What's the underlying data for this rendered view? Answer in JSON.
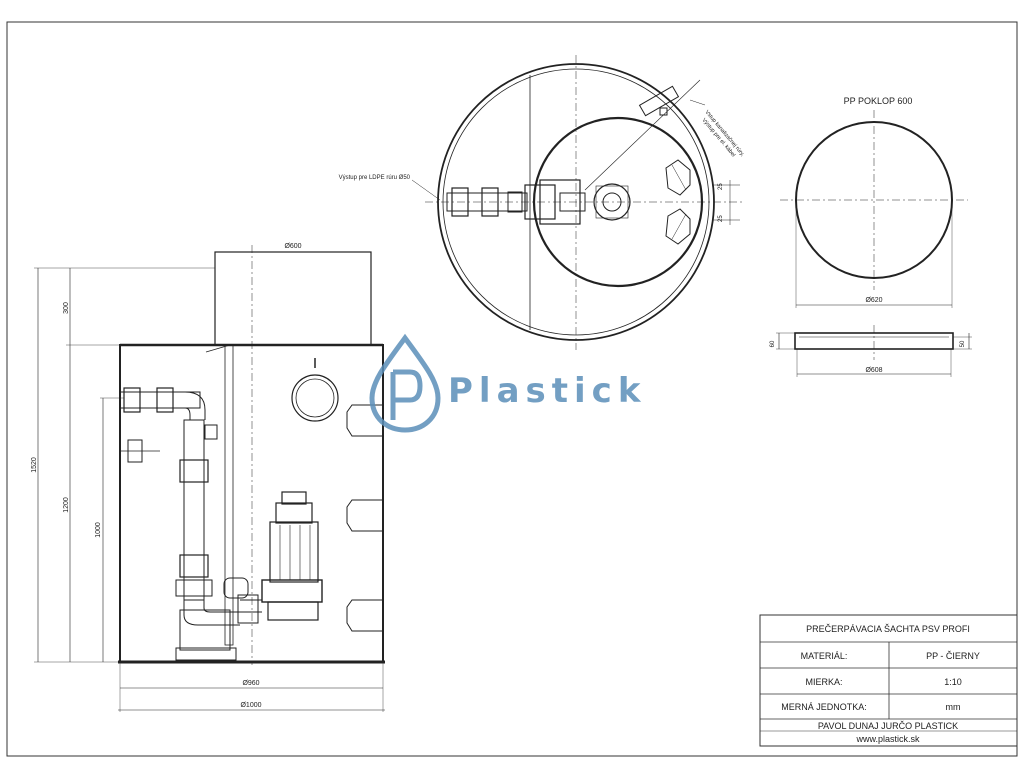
{
  "drawing": {
    "frame_color": "#333333",
    "line_color": "#222222",
    "accent": "#5b8fb9"
  },
  "side_view": {
    "dim_top": "Ø600",
    "dim_left_300": "300",
    "dim_left_1520": "1520",
    "dim_left_1200": "1200",
    "dim_left_1000": "1000",
    "dim_bottom_960": "Ø960",
    "dim_bottom_1000": "Ø1000"
  },
  "plan_view": {
    "outlet_label": "Výstup pre LDPE rúru Ø50",
    "inlet_label": "Vstup kanalizačnej rúry,",
    "inlet_label_2": "Výstup pre el. kábel",
    "dim_25_a": "25",
    "dim_25_b": "25"
  },
  "lid": {
    "title": "PP POKLOP 600",
    "dim_620": "Ø620",
    "dim_608": "Ø608",
    "dim_60": "60",
    "dim_50": "50"
  },
  "watermark": {
    "text": "Plastick",
    "icon": "drop-logo-icon"
  },
  "title_block": {
    "title": "PREČERPÁVACIA ŠACHTA PSV PROFI",
    "material_label": "MATERIÁL:",
    "material_value": "PP - ČIERNY",
    "scale_label": "MIERKA:",
    "scale_value": "1:10",
    "unit_label": "MERNÁ JEDNOTKA:",
    "unit_value": "mm",
    "author": "PAVOL DUNAJ JURČO PLASTICK",
    "website": "www.plastick.sk"
  }
}
